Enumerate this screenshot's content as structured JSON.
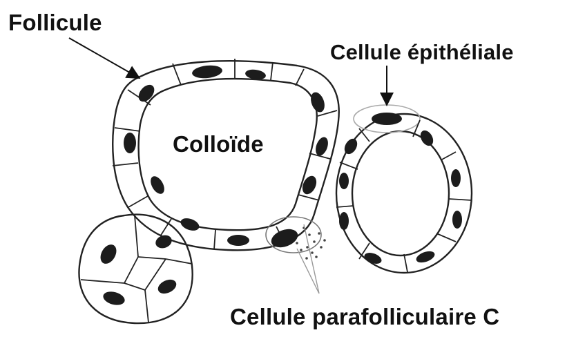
{
  "labels": {
    "follicule": "Follicule",
    "cellule_epitheliale": "Cellule épithéliale",
    "colloide": "Colloïde",
    "cellule_parafolliculaire": "Cellule parafolliculaire C"
  },
  "colors": {
    "ink": "#111111",
    "nucleus": "#1c1c1c",
    "background": "#ffffff"
  }
}
